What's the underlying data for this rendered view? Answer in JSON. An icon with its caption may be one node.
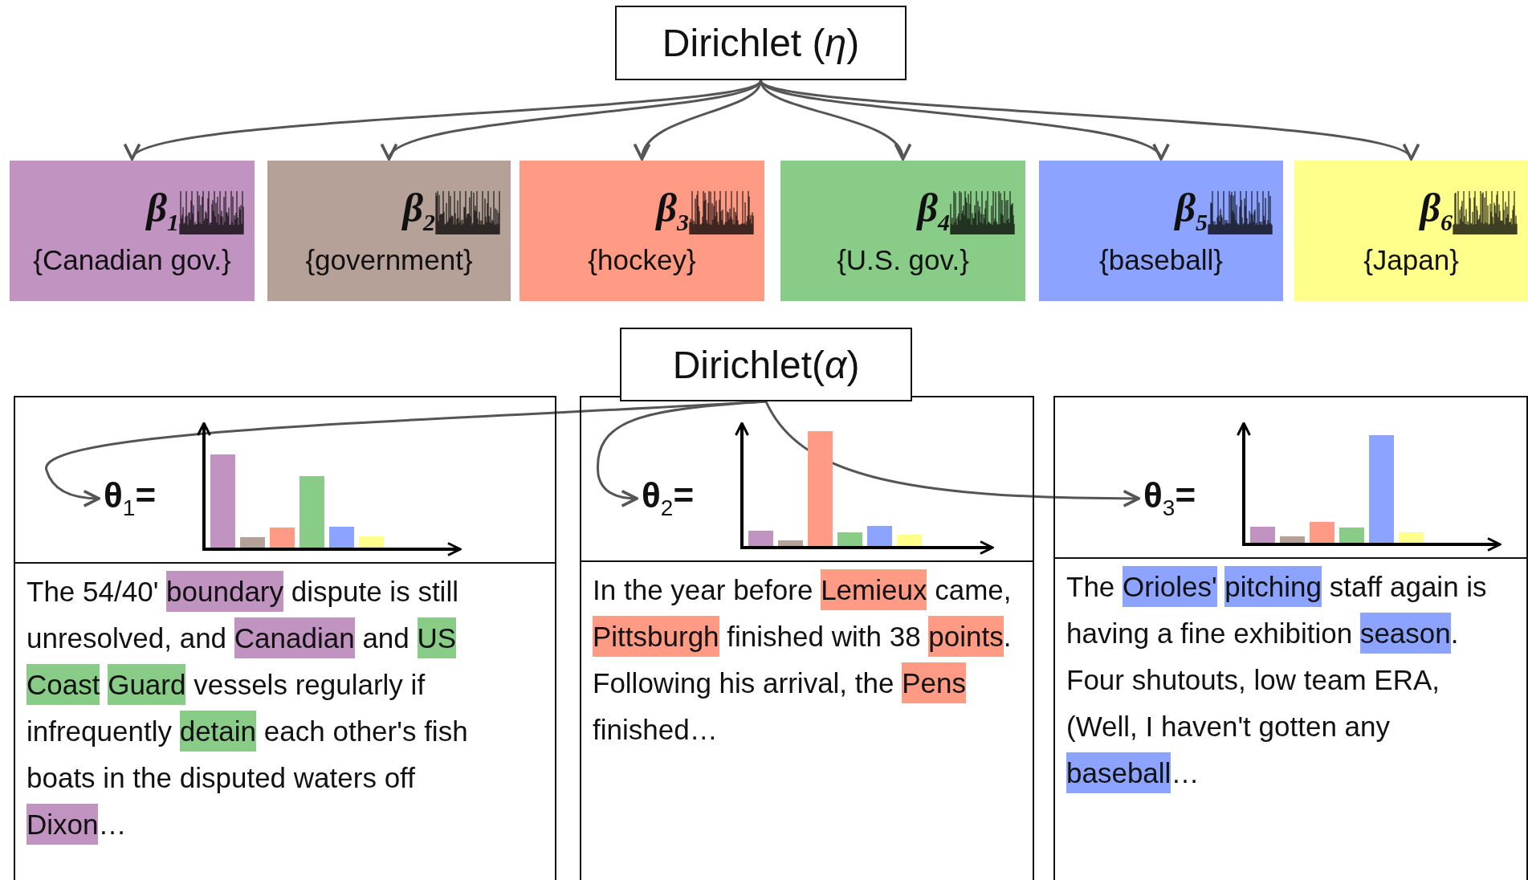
{
  "diagram": {
    "nodes": [
      {
        "text": [
          "Dirichlet (*η*)"
        ]
      },
      {
        "text": [
          "β$_{1}$",
          "{Canadian gov.}"
        ]
      },
      {
        "text": [
          "β$_{2}$",
          "{government}"
        ]
      },
      {
        "text": [
          "β$_{3}$",
          "{hockey}"
        ]
      },
      {
        "text": [
          "β$_{4}$",
          "{U.S. gov.}"
        ]
      },
      {
        "text": [
          "β$_{5}$",
          "{baseball}"
        ]
      },
      {
        "text": [
          "β$_{6}$",
          "{Japan}"
        ]
      },
      {
        "text": [
          "Dirichlet(*α*)"
        ]
      },
      {
        "text": [
          "The 54/40' boundary dispute is still unresolved, and Canadian and US Coast Guard vessels regularly if infrequently detain each other's fish boats in the disputed waters off Dixon…"
        ]
      },
      {
        "text": [
          "θ$_{1}$="
        ],
        "in": 8
      },
      {
        "text": [
          "In the year before Lemieux came, Pittsburgh finished with 38 points. Following his arrival, the Pens finished…"
        ]
      },
      {
        "text": [
          "θ$_{2}$="
        ],
        "in": 10
      },
      {
        "text": [
          "The Orioles' pitching staff again is having a fine exhibition season. Four shutouts, low team ERA, (Well, I haven't gotten any baseball…"
        ]
      },
      {
        "text": [
          "θ$_{3}$="
        ],
        "in": 12
      }
    ],
    "edges": [
      {
        "from": 0,
        "to": 1,
        "arrow": "to"
      },
      {
        "from": 0,
        "to": 2,
        "arrow": "to"
      },
      {
        "from": 0,
        "to": 3,
        "arrow": "to"
      },
      {
        "from": 0,
        "to": 4,
        "arrow": "to"
      },
      {
        "from": 0,
        "to": 5,
        "arrow": "to"
      },
      {
        "from": 0,
        "to": 6,
        "arrow": "to"
      },
      {
        "from": 7,
        "to": 9,
        "arrow": "to"
      },
      {
        "from": 7,
        "to": 11,
        "arrow": "to"
      },
      {
        "from": 7,
        "to": 13,
        "arrow": "to"
      }
    ]
  }
}
